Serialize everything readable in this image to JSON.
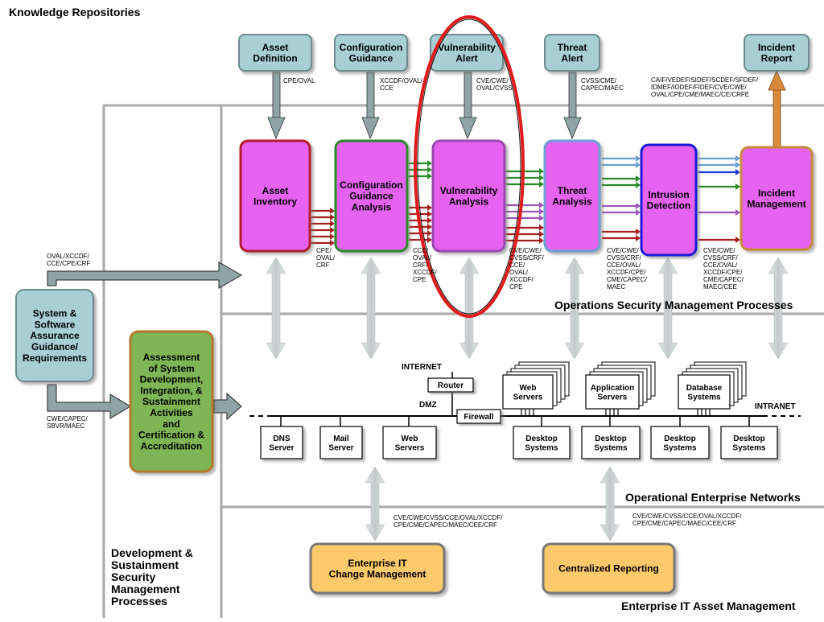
{
  "title": "Knowledge Repositories",
  "sections": {
    "ops": "Operations Security Management Processes",
    "net": "Operational Enterprise Networks",
    "asset_mgmt": "Enterprise IT Asset Management",
    "dev": "Development &\nSustainment\nSecurity\nManagement\nProcesses"
  },
  "repositories": [
    {
      "label": "Asset\nDefinition",
      "std": "CPE/OVAL"
    },
    {
      "label": "Configuration\nGuidance",
      "std": "XCCDF/OVAL/\nCCE"
    },
    {
      "label": "Vulnerability\nAlert",
      "std": "CVE/CWE/\nOVAL/CVSS"
    },
    {
      "label": "Threat\nAlert",
      "std": "CVSS/CME/\nCAPEC/MAEC"
    },
    {
      "label": "Incident\nReport",
      "std": "CAIF/VEDEF/SIDEF/SCDEF/SFDEF/\nIDMEF/IODEF/FIDEF/CVE/CWE/\nOVAL/CPE/CME/MAEC/CE/CRFE"
    }
  ],
  "processes": [
    {
      "label": "Asset\nInventory",
      "std": "CPE/\nOVAL/\nCRF"
    },
    {
      "label": "Configuration\nGuidance\nAnalysis",
      "std": "CCE/\nOVAL/\nCRF/\nXCCDF/\nCPE"
    },
    {
      "label": "Vulnerability\nAnalysis",
      "std": "CVE/CWE/\nCVSS/CRF/\nCCE/\nOVAL/\nXCCDF/\nCPE"
    },
    {
      "label": "Threat\nAnalysis",
      "std": "CVE/CWE/\nCVSS/CRF/\nCCE/OVAL/\nXCCDF/CPE/\nCME/CAPEC/\nMAEC"
    },
    {
      "label": "Intrusion\nDetection",
      "std": "CVE/CWE/\nCVSS/CRF/\nCCE/OVAL/\nXCCDF/CPE/\nCME/CAPEC/\nMAEC/CEE"
    },
    {
      "label": "Incident\nManagement",
      "std": ""
    }
  ],
  "software_assurance": {
    "label": "System &\nSoftware\nAssurance\nGuidance/\nRequirements",
    "std_top": "OVAL/XCCDF/\nCCE/CPE/CRF",
    "std_bottom": "CWE/CAPEC/\nSBVR/MAEC"
  },
  "assessment": {
    "label": "Assessment\nof System\nDevelopment,\nIntegration, &\nSustainment\nActivities\nand\nCertification &\nAccreditation"
  },
  "network": {
    "internet": "INTERNET",
    "dmz": "DMZ",
    "intranet": "INTRANET",
    "router": "Router",
    "firewall": "Firewall",
    "dmz_servers": [
      "DNS\nServer",
      "Mail\nServer",
      "Web\nServers"
    ],
    "stacks": [
      "Web\nServers",
      "Application\nServers",
      "Database\nSystems"
    ],
    "desktops": [
      "Desktop\nSystems",
      "Desktop\nSystems",
      "Desktop\nSystems",
      "Desktop\nSystems"
    ]
  },
  "asset_boxes": [
    {
      "label": "Enterprise IT\nChange Management",
      "std": "CVE/CWE/CVSS/CCE/OVAL/XCCDF/\nCPE/CME/CAPEC/MAEC/CEE/CRF"
    },
    {
      "label": "Centralized Reporting",
      "std": "CVE/CWE/CVSS/CCE/OVAL/XCCDF/\nCPE/CME/CAPEC/MAEC/CEE/CRF"
    }
  ],
  "colors": {
    "repo_fill": "#a7cfd4",
    "process_fill": "#e563f0",
    "assessment_fill": "#7eb654",
    "asset_fill": "#fdc96a",
    "arrow_gray": "#8ea4a7",
    "highlight": "#e01b1b"
  }
}
